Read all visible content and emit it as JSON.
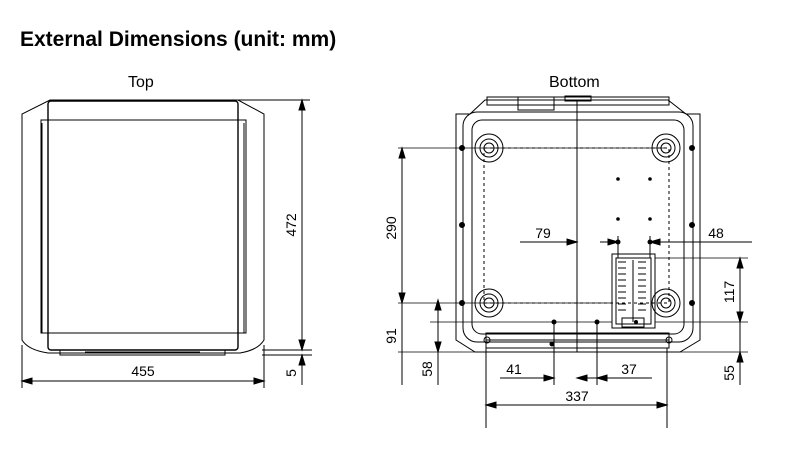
{
  "title": "External Dimensions (unit: mm)",
  "views": {
    "top": {
      "label": "Top"
    },
    "bottom": {
      "label": "Bottom"
    }
  },
  "dimensions": {
    "top_width": "455",
    "top_depth": "472",
    "top_foot": "5",
    "bottom_feet_spacing": "290",
    "bottom_front_offset": "91",
    "bottom_front_edge": "58",
    "bottom_side_offset": "79",
    "bottom_port_width": "48",
    "bottom_port_height": "117",
    "bottom_rear_offset": "55",
    "bottom_left_span": "41",
    "bottom_right_span": "37",
    "bottom_total_span": "337"
  }
}
